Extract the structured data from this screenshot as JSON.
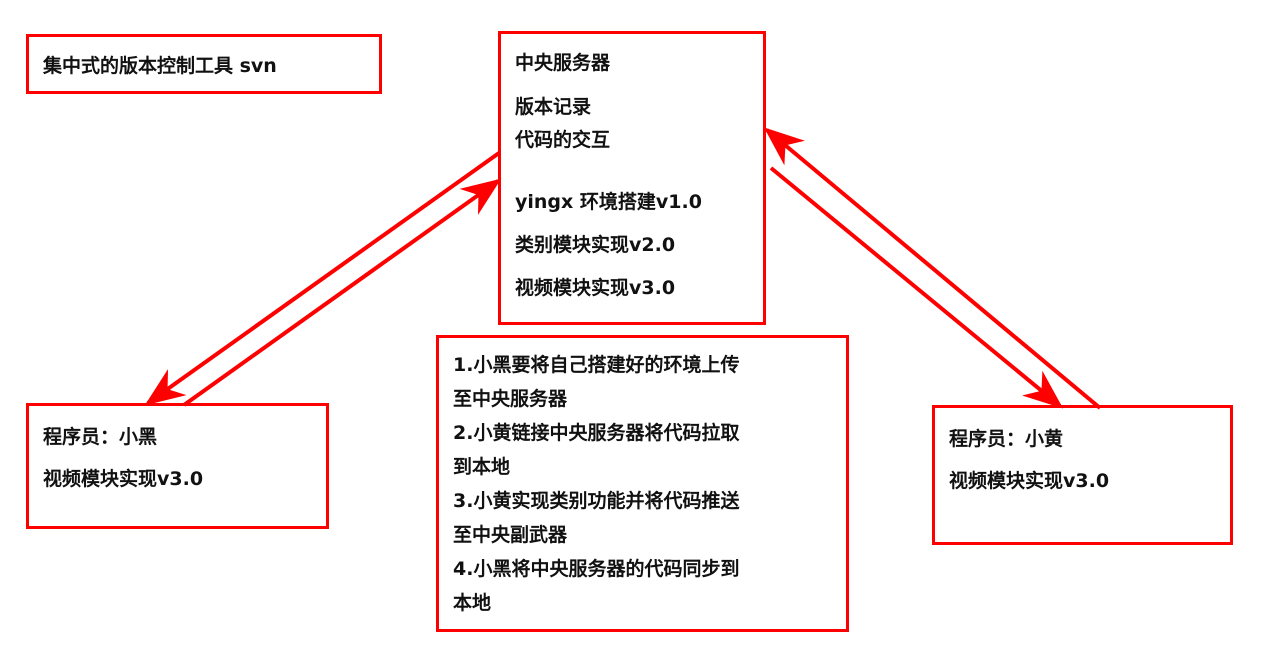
{
  "title": "集中式的版本控制工具  svn",
  "server": {
    "heading": "中央服务器",
    "lines": [
      "版本记录",
      "代码的交互"
    ],
    "versions": [
      "yingx 环境搭建v1.0",
      "类别模块实现v2.0",
      "视频模块实现v3.0"
    ]
  },
  "left_programmer": {
    "name": "程序员：小黑",
    "version": "视频模块实现v3.0"
  },
  "right_programmer": {
    "name": "程序员：小黄",
    "version": "视频模块实现v3.0"
  },
  "steps": [
    "1.小黑要将自己搭建好的环境上传",
    "至中央服务器",
    "2.小黄链接中央服务器将代码拉取",
    "到本地",
    "3.小黄实现类别功能并将代码推送",
    "至中央副武器",
    "4.小黑将中央服务器的代码同步到",
    "本地"
  ],
  "colors": {
    "accent": "#ff0000"
  }
}
